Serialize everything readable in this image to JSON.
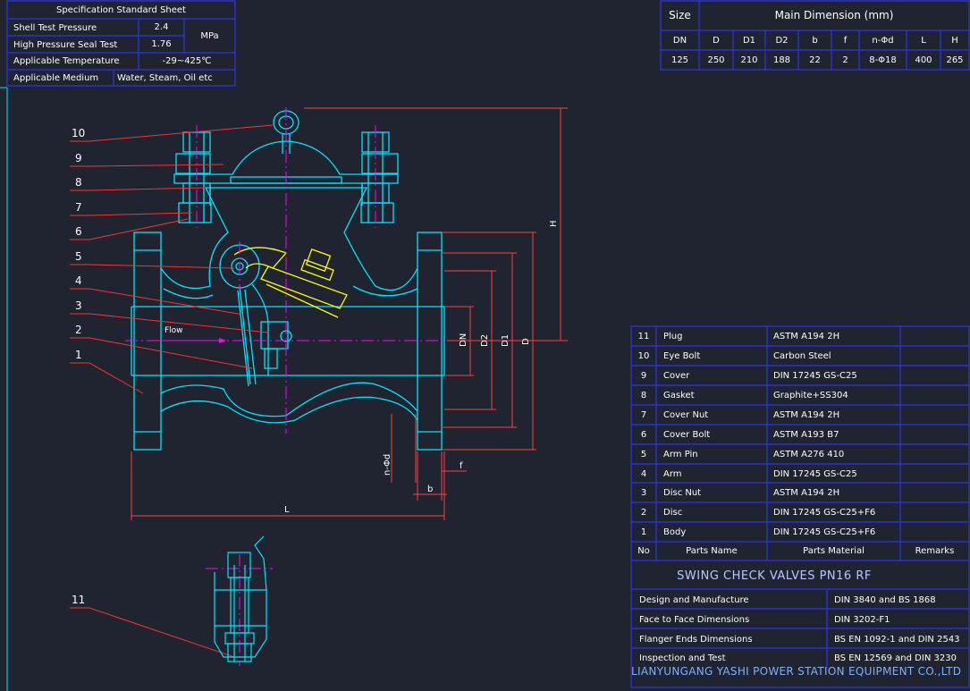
{
  "spec_sheet": {
    "title": "Specification Standard Sheet",
    "rows": [
      {
        "label": "Shell Test Pressure",
        "value": "2.4"
      },
      {
        "label": "High Pressure Seal Test",
        "value": "1.76"
      },
      {
        "label": "Applicable Temperature",
        "value": "-29~425℃"
      },
      {
        "label": "Applicable Medium",
        "value": "Water, Steam, Oil etc"
      }
    ],
    "unit": "MPa"
  },
  "dimension_table": {
    "size_header": "Size",
    "main_header": "Main Dimension (mm)",
    "columns": [
      "DN",
      "D",
      "D1",
      "D2",
      "b",
      "f",
      "n-Φd",
      "L",
      "H"
    ],
    "values": [
      "125",
      "250",
      "210",
      "188",
      "22",
      "2",
      "8-Φ18",
      "400",
      "265"
    ]
  },
  "parts_table": {
    "header": {
      "no": "No",
      "name": "Parts Name",
      "material": "Parts Material",
      "remarks": "Remarks"
    },
    "rows": [
      {
        "no": "11",
        "name": "Plug",
        "material": "ASTM A194 2H"
      },
      {
        "no": "10",
        "name": "Eye Bolt",
        "material": "Carbon Steel"
      },
      {
        "no": "9",
        "name": "Cover",
        "material": "DIN 17245 GS-C25"
      },
      {
        "no": "8",
        "name": "Gasket",
        "material": "Graphite+SS304"
      },
      {
        "no": "7",
        "name": "Cover Nut",
        "material": "ASTM A194 2H"
      },
      {
        "no": "6",
        "name": "Cover Bolt",
        "material": "ASTM A193 B7"
      },
      {
        "no": "5",
        "name": "Arm Pin",
        "material": "ASTM A276 410"
      },
      {
        "no": "4",
        "name": "Arm",
        "material": "DIN 17245 GS-C25"
      },
      {
        "no": "3",
        "name": "Disc Nut",
        "material": "ASTM A194 2H"
      },
      {
        "no": "2",
        "name": "Disc",
        "material": "DIN 17245 GS-C25+F6"
      },
      {
        "no": "1",
        "name": "Body",
        "material": "DIN 17245 GS-C25+F6"
      }
    ]
  },
  "drawing_title": "SWING CHECK VALVES PN16 RF",
  "standards": [
    {
      "label": "Design and Manufacture",
      "value": "DIN 3840 and BS 1868"
    },
    {
      "label": "Face to Face Dimensions",
      "value": "DIN 3202-F1"
    },
    {
      "label": "Flanger Ends Dimensions",
      "value": "BS EN 1092-1 and DIN 2543"
    },
    {
      "label": "Inspection and Test",
      "value": "BS EN 12569 and DIN 3230"
    }
  ],
  "company": "LIANYUNGANG YASHI POWER STATION EQUIPMENT CO.,LTD",
  "drawing": {
    "callouts": [
      "10",
      "9",
      "8",
      "7",
      "6",
      "5",
      "4",
      "3",
      "2",
      "1",
      "11"
    ],
    "flow_label": "Flow",
    "dim_labels": {
      "H": "H",
      "DN": "DN",
      "D2": "D2",
      "D1": "D1",
      "D": "D",
      "nd": "n-Φd",
      "f": "f",
      "b": "b",
      "L": "L"
    }
  },
  "colors": {
    "background": "#1f2430",
    "table_line": "#2d35e6",
    "leader": "#ff3030",
    "body": "#00e5ff",
    "arm": "#ffff00",
    "centerline": "#ff00ff"
  }
}
